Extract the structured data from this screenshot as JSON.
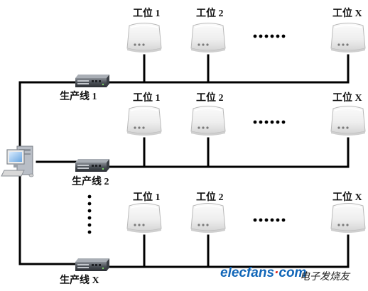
{
  "station_rows": [
    [
      "工位 1",
      "工位 2",
      "工位 X"
    ],
    [
      "工位 1",
      "工位 2",
      "工位 X"
    ],
    [
      "工位 1",
      "工位 2",
      "工位 X"
    ]
  ],
  "line_labels": [
    "生产线 1",
    "生产线 2",
    "生产线 X"
  ],
  "watermark": {
    "brand": "elecfans",
    "dot": "·",
    "suffix": "com",
    "cn": "电子发烧友"
  },
  "colors": {
    "wire": "#000000",
    "brand_blue": "#1166b8",
    "brand_red": "#e0231b"
  }
}
